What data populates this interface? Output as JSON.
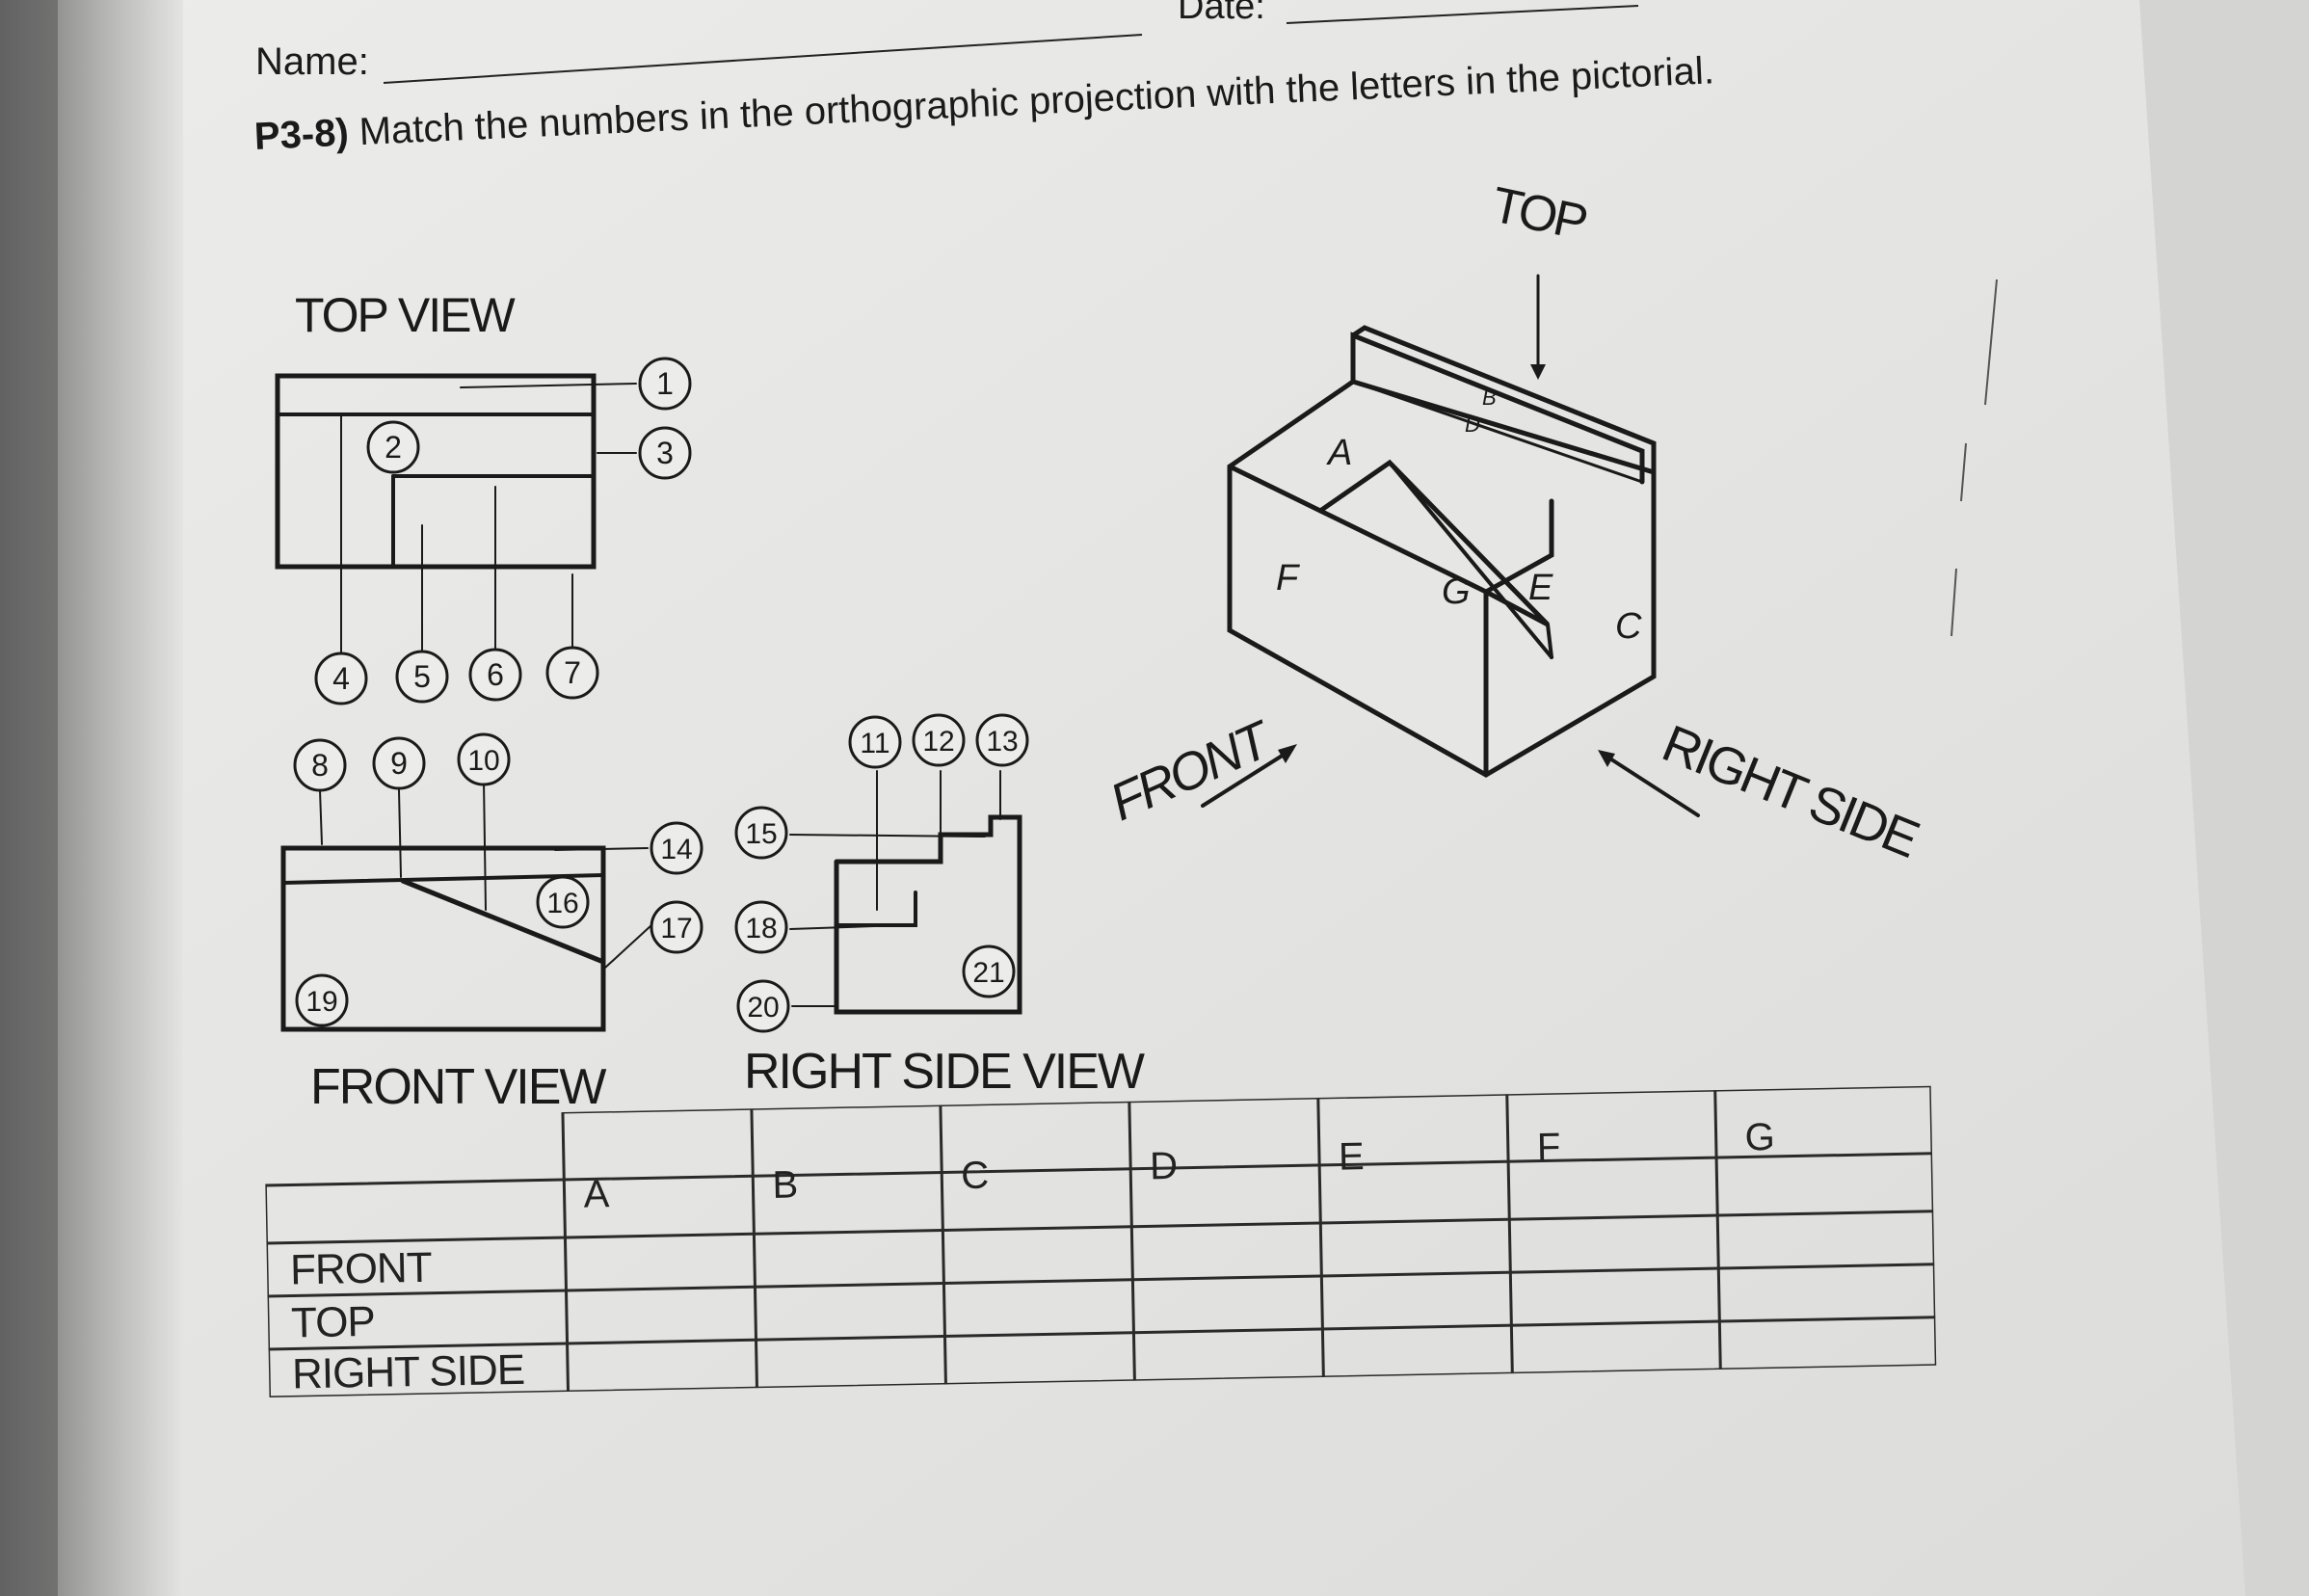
{
  "header": {
    "name_label": "Name:",
    "date_label": "Date:"
  },
  "problem": {
    "number": "P3-8)",
    "instruction": "Match the numbers in the orthographic projection with the letters in the pictorial."
  },
  "views": {
    "top_view_title": "TOP VIEW",
    "front_view_title": "FRONT VIEW",
    "right_side_view_title": "RIGHT SIDE VIEW"
  },
  "callouts": {
    "top_view": [
      "1",
      "2",
      "3",
      "4",
      "5",
      "6",
      "7"
    ],
    "front_view": [
      "8",
      "9",
      "10",
      "14",
      "16",
      "17",
      "19"
    ],
    "right_side_view": [
      "11",
      "12",
      "13",
      "15",
      "18",
      "20",
      "21"
    ]
  },
  "pictorial": {
    "direction_top": "TOP",
    "direction_front": "FRONT",
    "direction_right": "RIGHT SIDE",
    "surface_letters": [
      "A",
      "B",
      "C",
      "D",
      "E",
      "F",
      "G"
    ]
  },
  "answer_table": {
    "columns": [
      "A",
      "B",
      "C",
      "D",
      "E",
      "F",
      "G"
    ],
    "rows": [
      {
        "label": "FRONT",
        "cells": [
          "",
          "",
          "",
          "",
          "",
          "",
          ""
        ]
      },
      {
        "label": "TOP",
        "cells": [
          "",
          "",
          "",
          "",
          "",
          "",
          ""
        ]
      },
      {
        "label": "RIGHT SIDE",
        "cells": [
          "",
          "",
          "",
          "",
          "",
          "",
          ""
        ]
      }
    ]
  },
  "colors": {
    "paper": "#e9e9e7",
    "ink": "#1a1a1a",
    "background": "#4a4a4a"
  }
}
